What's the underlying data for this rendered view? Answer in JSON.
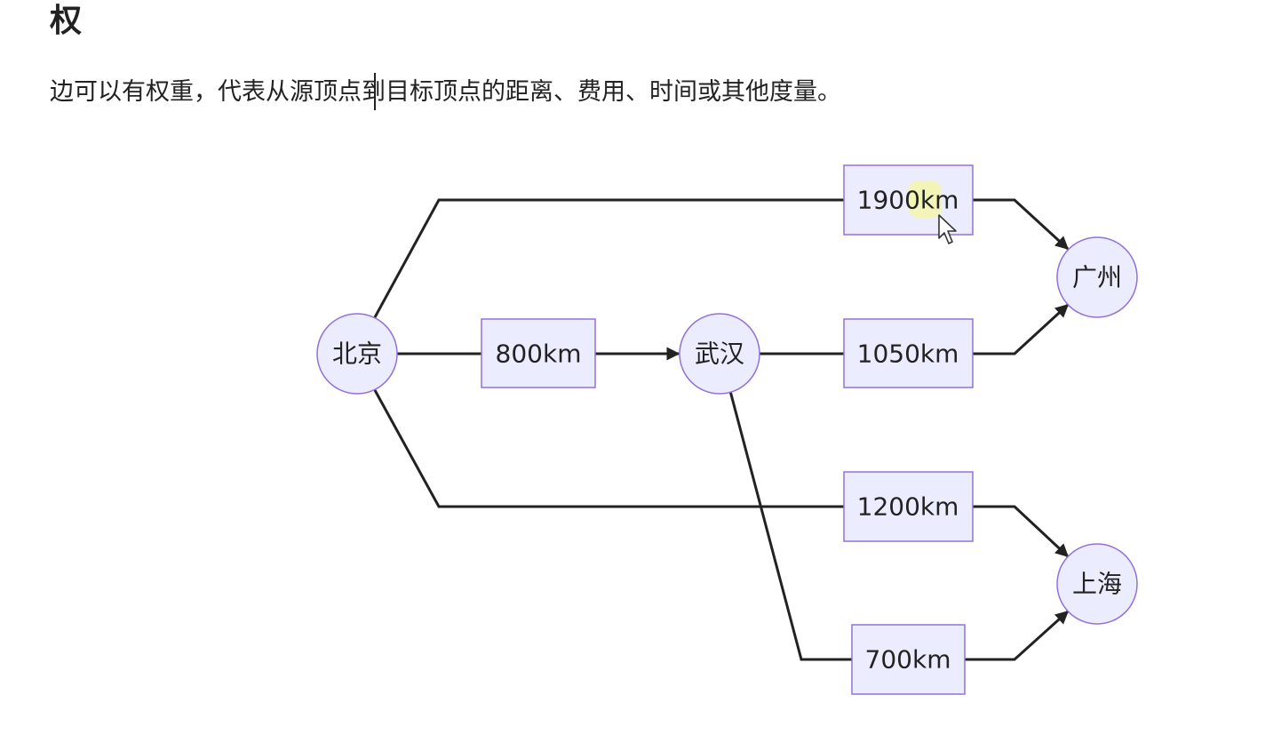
{
  "heading": "权",
  "paragraph": "边可以有权重，代表从源顶点到目标顶点的距离、费用、时间或其他度量。",
  "diagram": {
    "nodes": {
      "beijing": "北京",
      "wuhan": "武汉",
      "guangzhou": "广州",
      "shanghai": "上海"
    },
    "weights": {
      "beijing_guangzhou": "1900km",
      "beijing_wuhan": "800km",
      "wuhan_guangzhou": "1050km",
      "beijing_shanghai": "1200km",
      "wuhan_shanghai": "700km"
    }
  },
  "colors": {
    "node_fill": "#ececff",
    "node_border": "#9370db",
    "edge": "#222222"
  },
  "icons": {
    "caret": "text-caret",
    "pointer": "mouse-pointer-icon"
  }
}
